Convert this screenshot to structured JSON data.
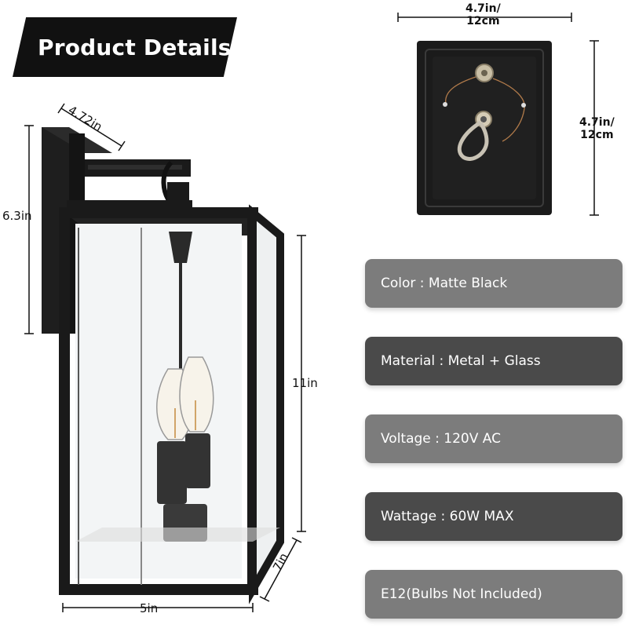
{
  "banner": {
    "title": "Product Details"
  },
  "dimensions": {
    "backplate_width": "4.72in",
    "arm_height": "6.3in",
    "lantern_height": "11in",
    "lantern_width": "5in",
    "lantern_depth": "7in",
    "mount_width": "4.7in/ 12cm",
    "mount_width_line1": "4.7in/",
    "mount_width_line2": "12cm",
    "mount_height_line1": "4.7in/",
    "mount_height_line2": "12cm"
  },
  "specs": [
    {
      "label": "Color : Matte Black",
      "tone": "light"
    },
    {
      "label": "Material : Metal + Glass",
      "tone": "dark"
    },
    {
      "label": "Voltage : 120V AC",
      "tone": "light"
    },
    {
      "label": "Wattage :  60W MAX",
      "tone": "dark"
    },
    {
      "label": "E12(Bulbs Not Included)",
      "tone": "light"
    }
  ],
  "colors": {
    "banner": "#111111",
    "pill_light": "#7c7c7c",
    "pill_dark": "#4a4a4a",
    "fixture": "#1a1a1a"
  },
  "images": {
    "fixture": "wall-lantern-illustration",
    "mount": "mounting-plate-photo"
  }
}
